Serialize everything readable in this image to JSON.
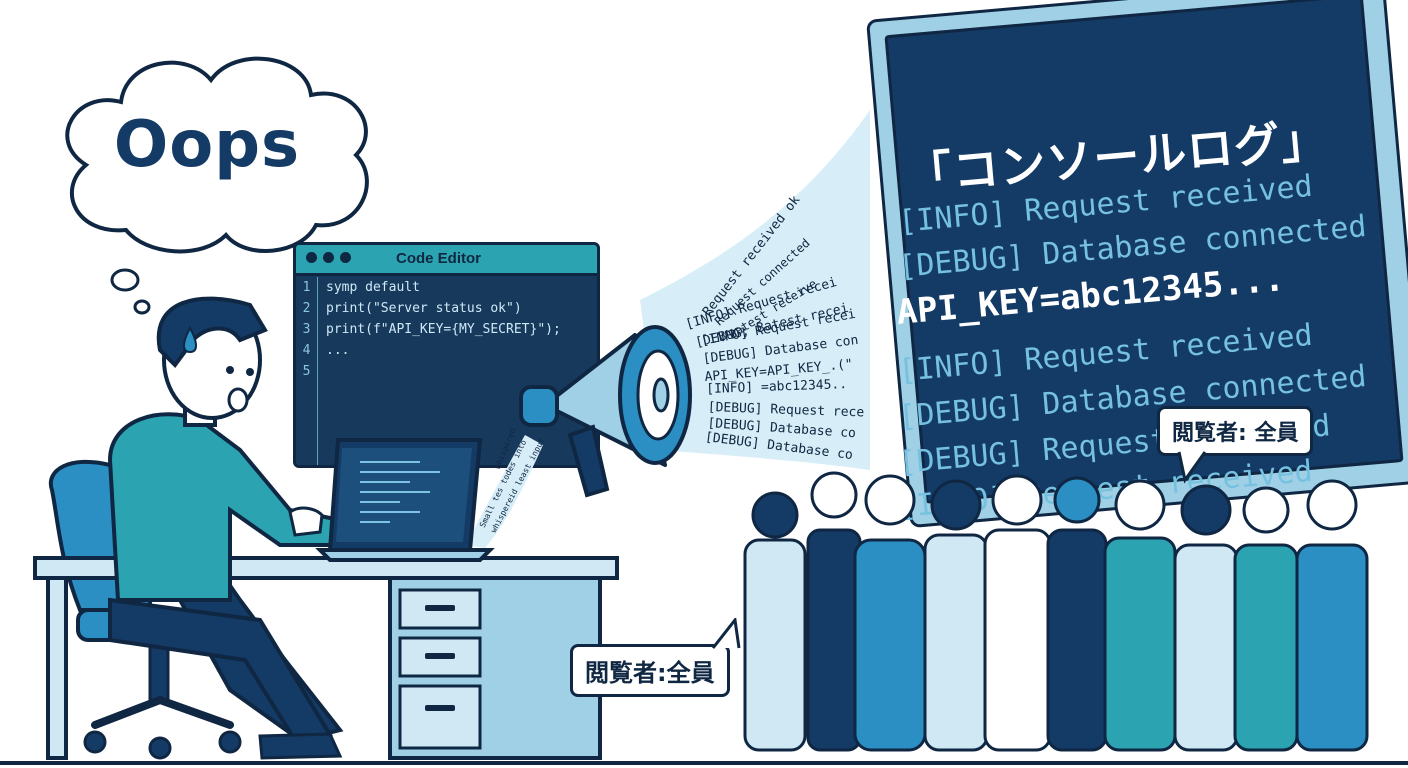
{
  "thought": {
    "text": "Oops"
  },
  "editor": {
    "title": "Code Editor",
    "line_numbers": [
      "1",
      "2",
      "3",
      "4",
      "5"
    ],
    "lines": [
      "symp default",
      "print(\"Server status ok\")",
      "print(f\"API_KEY={MY_SECRET}\");",
      "...",
      ""
    ]
  },
  "stream": {
    "upper": [
      "Request received ok",
      "Request connected",
      "Batest receive"
    ],
    "lines": [
      "[INFO] Request recei",
      "[DEBUG; Batest recei",
      "[INFO] Request recei",
      "[DEBUG] Database con",
      "API_KEY=API_KEY_.(\"",
      "[INFO] =abc12345..",
      "[DEBUG] Request rece",
      "[DEBUG] Database co",
      "[DEBUG] Database co"
    ],
    "whisper": [
      "whispered",
      "Small tes todes into",
      "whispereid least input"
    ]
  },
  "console": {
    "title": "「コンソールログ」",
    "lines": [
      {
        "text": "[INFO] Request received",
        "highlight": false
      },
      {
        "text": "[DEBUG] Database connected",
        "highlight": false
      },
      {
        "text": "API_KEY=abc12345...",
        "highlight": true
      },
      {
        "text": "[INFO] Request received",
        "highlight": false
      },
      {
        "text": "[DEBUG] Database connected",
        "highlight": false
      },
      {
        "text": "[DEBUG] Request received",
        "highlight": false
      },
      {
        "text": "[INFO] Request received",
        "highlight": false
      }
    ]
  },
  "badges": {
    "left": "閲覧者:全員",
    "right": "閲覧者: 全員"
  },
  "colors": {
    "navy": "#0f2742",
    "board": "#143a66",
    "teal": "#2ba3b0",
    "light_blue": "#9fd0e6",
    "log_text": "#76c1e0"
  },
  "icons": [
    "megaphone-icon",
    "laptop-icon",
    "sweat-drop-icon",
    "office-chair-icon",
    "desk-icon"
  ]
}
